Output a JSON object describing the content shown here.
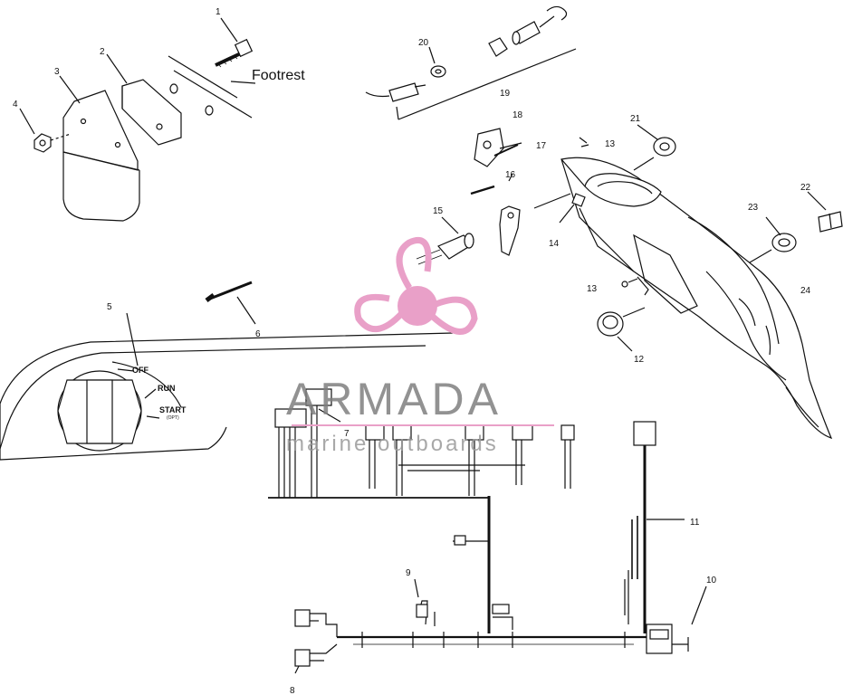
{
  "diagram": {
    "callouts": [
      {
        "id": "c1",
        "text": "1"
      },
      {
        "id": "c2",
        "text": "2"
      },
      {
        "id": "c3",
        "text": "3"
      },
      {
        "id": "c4",
        "text": "4"
      },
      {
        "id": "c5",
        "text": "5"
      },
      {
        "id": "c6",
        "text": "6"
      },
      {
        "id": "c7",
        "text": "7"
      },
      {
        "id": "c8",
        "text": "8"
      },
      {
        "id": "c9",
        "text": "9"
      },
      {
        "id": "c10",
        "text": "10"
      },
      {
        "id": "c11",
        "text": "11"
      },
      {
        "id": "c12",
        "text": "12"
      },
      {
        "id": "c13a",
        "text": "13"
      },
      {
        "id": "c13b",
        "text": "13"
      },
      {
        "id": "c14",
        "text": "14"
      },
      {
        "id": "c15",
        "text": "15"
      },
      {
        "id": "c16",
        "text": "16"
      },
      {
        "id": "c17",
        "text": "17"
      },
      {
        "id": "c18",
        "text": "18"
      },
      {
        "id": "c19",
        "text": "19"
      },
      {
        "id": "c20",
        "text": "20"
      },
      {
        "id": "c21",
        "text": "21"
      },
      {
        "id": "c22",
        "text": "22"
      },
      {
        "id": "c23",
        "text": "23"
      },
      {
        "id": "c24",
        "text": "24"
      }
    ],
    "footrest_label": "Footrest",
    "switch_positions": {
      "off": "OFF",
      "run": "RUN",
      "start": "START",
      "start_sub": "(OPT)"
    }
  },
  "watermark": {
    "title": "ARMADA",
    "subtitle": "marine outboards",
    "color": "#e9a0c8"
  }
}
